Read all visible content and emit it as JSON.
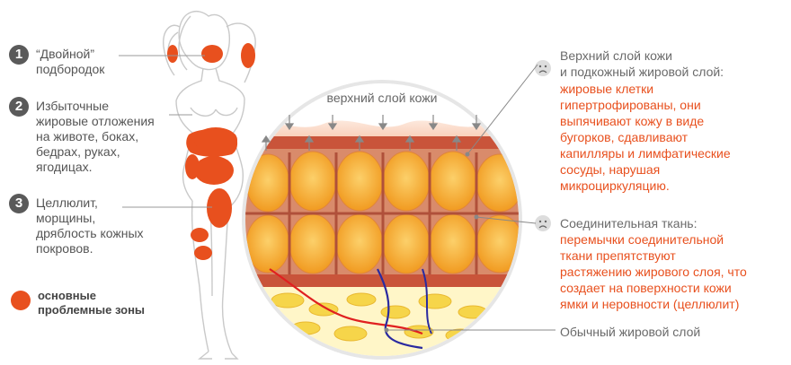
{
  "left": {
    "items": [
      {
        "num": "1",
        "text": "“Двойной”\nподбородок"
      },
      {
        "num": "2",
        "text": "Избыточные\nжировые отложения\nна животе, боках,\nбедрах, руках,\nягодицах."
      },
      {
        "num": "3",
        "text": "Целлюлит,\nморщины,\nдряблость кожных\nпокровов."
      }
    ],
    "legend": "основные\nпроблемные зоны"
  },
  "circle": {
    "label": "верхний слой кожи"
  },
  "right": {
    "block1_title": "Верхний слой кожи\nи подкожный жировой слой:",
    "block1_text": "жировые клетки\nгипертрофированы, они\nвыпячивают кожу в виде\nбугорков, сдавливают\nкапилляры и лимфатические\nсосуды, нарушая\nмикроциркуляцию.",
    "block2_title": "Соединительная ткань:",
    "block2_text": "перемычки соединительной\nткани препятствуют\nрастяжению жирового слоя, что\nсоздает на поверхности кожи\nямки и неровности (целлюлит)",
    "block3_title": "Обычный жировой слой"
  },
  "colors": {
    "accent": "#e8501e",
    "fat_cell": "#f5a623",
    "skin": "#f4b99a"
  }
}
